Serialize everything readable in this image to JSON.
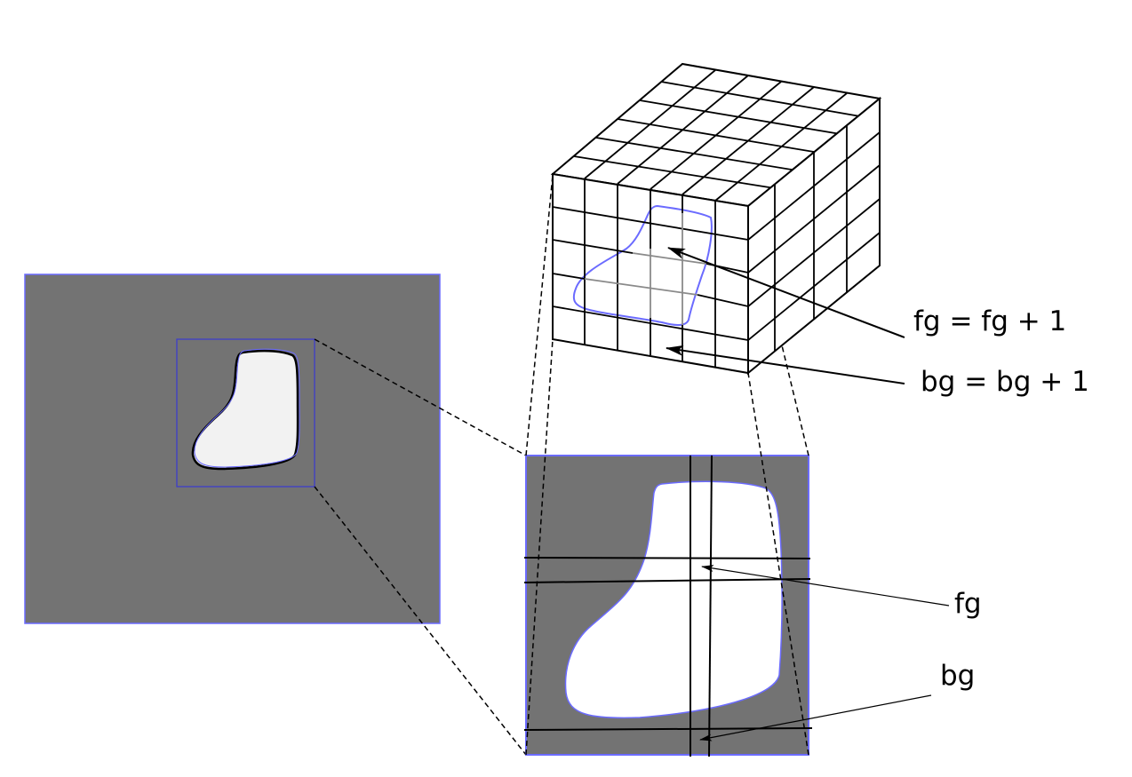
{
  "labels": {
    "fg_update": "fg = fg + 1",
    "bg_update": "bg = bg + 1",
    "fg": "fg",
    "bg": "bg"
  },
  "colors": {
    "background_gray": "#737373",
    "outline_blue": "#6b6bff",
    "shape_fill": "#f2f2f2",
    "line": "#000000"
  },
  "icons": [
    "arrow-icon"
  ]
}
